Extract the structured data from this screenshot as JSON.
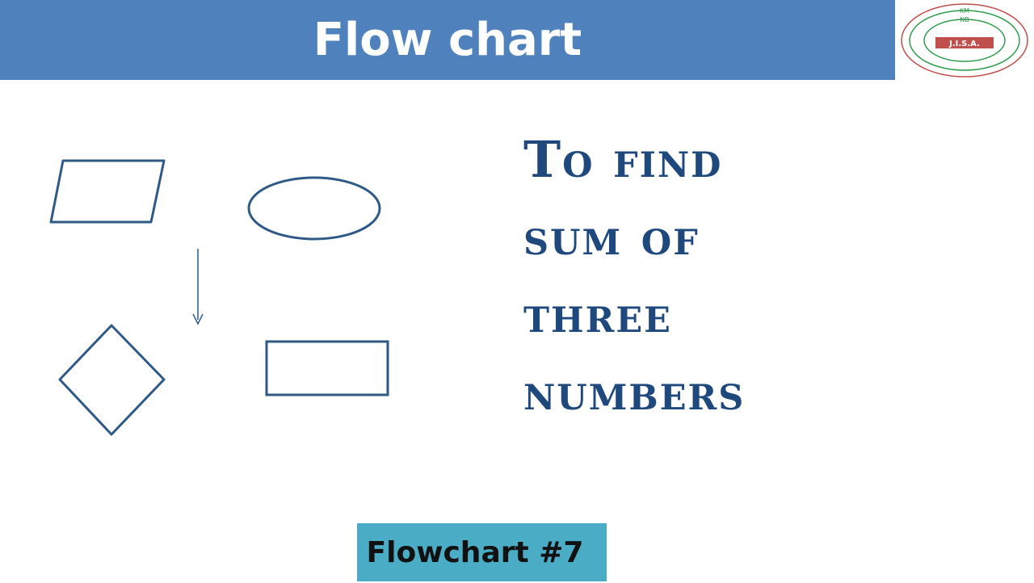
{
  "header": {
    "title": "Flow chart",
    "background_color": "#4f81bd"
  },
  "logo": {
    "top_text": "KM",
    "middle_text": "NB",
    "badge_text": "J.I.S.A.",
    "ring_color": "#2e9e4e",
    "outer_ring_color": "#c0504d",
    "badge_color": "#c0504d"
  },
  "diagram": {
    "shapes": [
      "parallelogram",
      "ellipse",
      "arrow-down",
      "diamond",
      "rectangle"
    ],
    "stroke_color": "#2f5a87"
  },
  "heading": {
    "lines": [
      "To find",
      "sum of",
      "three",
      "numbers"
    ],
    "color": "#1f497d"
  },
  "footer_badge": {
    "label": "Flowchart #7",
    "background_color": "#4bacc6"
  }
}
